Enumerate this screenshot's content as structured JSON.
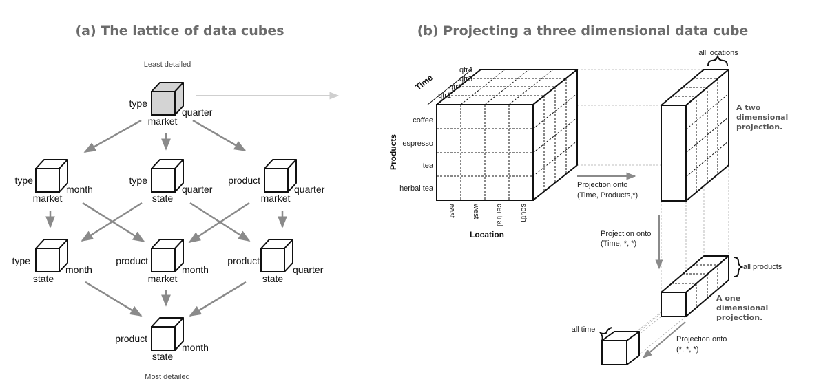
{
  "lattice": {
    "title": "(a) The lattice of data cubes",
    "top_note": "Least detailed",
    "bottom_note": "Most detailed",
    "apex": {
      "left": "type",
      "right": "quarter",
      "bottom": "market"
    },
    "level1": [
      {
        "left": "type",
        "right": "month",
        "bottom": "market"
      },
      {
        "left": "type",
        "right": "quarter",
        "bottom": "state"
      },
      {
        "left": "product",
        "right": "quarter",
        "bottom": "market"
      }
    ],
    "level2": [
      {
        "left": "type",
        "right": "month",
        "bottom": "state"
      },
      {
        "left": "product",
        "right": "month",
        "bottom": "market"
      },
      {
        "left": "product",
        "right": "quarter",
        "bottom": "state"
      }
    ],
    "base": {
      "left": "product",
      "right": "month",
      "bottom": "state"
    }
  },
  "projection": {
    "title": "(b) Projecting a three dimensional data cube",
    "time_axis": "Time",
    "quarters": [
      "qtr1",
      "qtr2",
      "qtr3",
      "qtr4"
    ],
    "products_axis": "Products",
    "products": [
      "coffee",
      "espresso",
      "tea",
      "herbal tea"
    ],
    "location_axis": "Location",
    "locations": [
      "east",
      "west",
      "central",
      "south"
    ],
    "all_locations": "all locations",
    "two_dim": [
      "A two",
      "dimensional",
      "projection."
    ],
    "proj1": [
      "Projection onto",
      "(Time, Products,*)"
    ],
    "proj2": [
      "Projection onto",
      "(Time, *, *)"
    ],
    "all_products": "all products",
    "one_dim": [
      "A one",
      "dimensional",
      "projection."
    ],
    "all_time": "all time",
    "proj3": [
      "Projection onto",
      "(*, *, *)"
    ]
  },
  "colors": {
    "title": "#6b6b6b",
    "arrow": "#8a8a8a",
    "apex_fill": "#d4d4d4"
  }
}
